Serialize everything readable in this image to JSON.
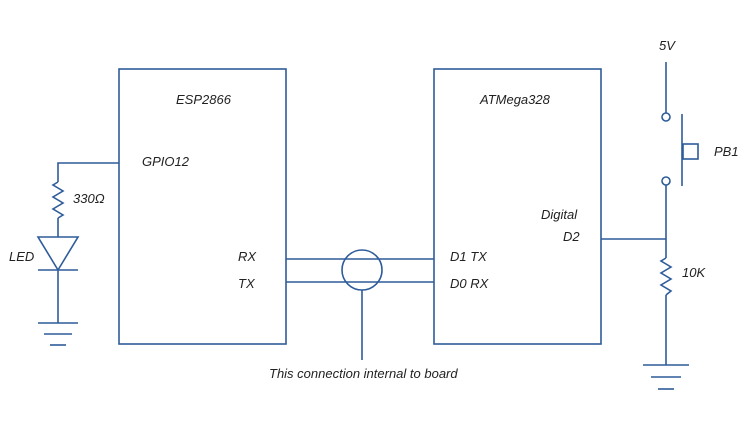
{
  "components": {
    "esp": {
      "name": "ESP2866",
      "pin_gpio": "GPIO12",
      "pin_rx": "RX",
      "pin_tx": "TX"
    },
    "atmega": {
      "name": "ATMega328",
      "pin_tx": "D1 TX",
      "pin_rx": "D0 RX",
      "pin_digital_line1": "Digital",
      "pin_digital_line2": "D2"
    },
    "resistor_led": {
      "value": "330Ω"
    },
    "led": {
      "label": "LED"
    },
    "supply": {
      "label": "5V"
    },
    "pushbutton": {
      "label": "PB1"
    },
    "resistor_pulldown": {
      "value": "10K"
    }
  },
  "annotation": {
    "text": "This connection internal to board"
  },
  "colors": {
    "wire": "#2e5c9a",
    "text": "#222222"
  }
}
